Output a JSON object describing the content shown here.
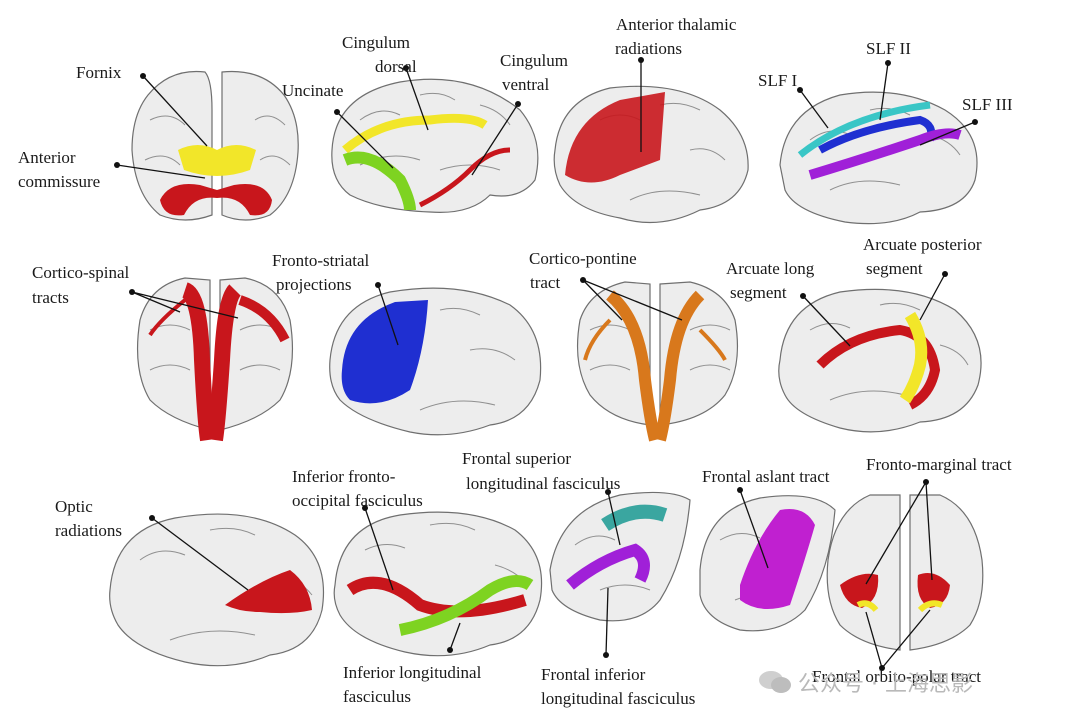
{
  "labels": {
    "fornix": "Fornix",
    "anterior_commissure_1": "Anterior",
    "anterior_commissure_2": "commissure",
    "cingulum_dorsal_1": "Cingulum",
    "cingulum_dorsal_2": "dorsal",
    "uncinate": "Uncinate",
    "cingulum_ventral_1": "Cingulum",
    "cingulum_ventral_2": "ventral",
    "atr_1": "Anterior thalamic",
    "atr_2": "radiations",
    "slf_i": "SLF I",
    "slf_ii": "SLF II",
    "slf_iii": "SLF III",
    "cst_1": "Cortico-spinal",
    "cst_2": "tracts",
    "fs_1": "Fronto-striatal",
    "fs_2": "projections",
    "cpt_1": "Cortico-pontine",
    "cpt_2": "tract",
    "arc_long_1": "Arcuate long",
    "arc_long_2": "segment",
    "arc_post_1": "Arcuate posterior",
    "arc_post_2": "segment",
    "optic_1": "Optic",
    "optic_2": "radiations",
    "ifof_1": "Inferior fronto-",
    "ifof_2": "occipital fasciculus",
    "fslf_1": "Frontal superior",
    "fslf_2": "longitudinal fasciculus",
    "fat": "Frontal aslant tract",
    "fmt": "Fronto-marginal tract",
    "ilf_1": "Inferior longitudinal",
    "ilf_2": "fasciculus",
    "filf_1": "Frontal inferior",
    "filf_2": "longitudinal fasciculus",
    "fop": "Frontal orbito-polar tract"
  },
  "watermark": "公众号 · 上海思影",
  "colors": {
    "red": "#c8161c",
    "yellow": "#f2e629",
    "green": "#7ed321",
    "blue": "#1f2fd1",
    "cyan": "#39c6c6",
    "purple": "#a020d8",
    "orange": "#d8781c",
    "teal": "#3aa6a0",
    "magenta": "#c020d0"
  }
}
